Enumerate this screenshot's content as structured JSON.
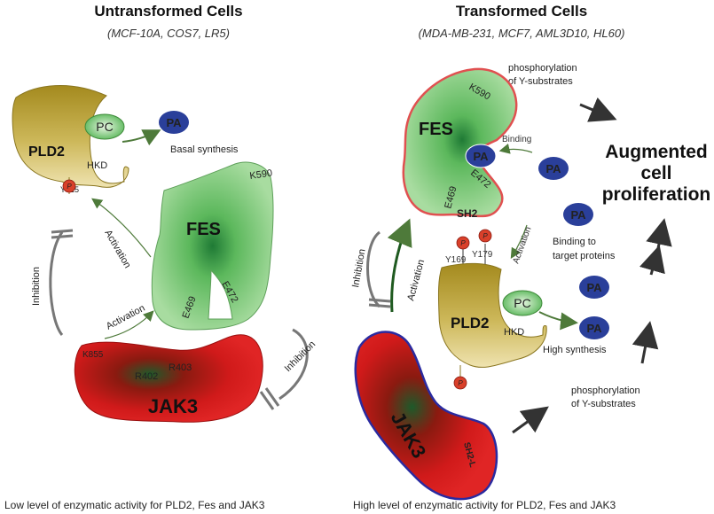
{
  "left": {
    "title": "Untransformed Cells",
    "subtitle": "(MCF-10A, COS7, LR5)",
    "pld2": "PLD2",
    "hkd": "HKD",
    "y415": "Y415",
    "p": "P",
    "pc": "PC",
    "pa": "PA",
    "basal": "Basal synthesis",
    "fes": "FES",
    "k590": "K590",
    "e469": "E469",
    "e472": "E472",
    "jak3": "JAK3",
    "k855": "K855",
    "r402": "R402",
    "r403": "R403",
    "activation_fes_pld2": "Activation",
    "activation_jak3_fes": "Activation",
    "inhibition_left": "Inhibition",
    "inhibition_right": "Inhibition",
    "footer": "Low level of enzymatic activity for PLD2, Fes and JAK3"
  },
  "right": {
    "title": "Transformed Cells",
    "subtitle": "(MDA-MB-231, MCF7, AML3D10, HL60)",
    "phospho_top": "phosphorylation\nof Y-substrates",
    "phospho_top_1": "phosphorylation",
    "phospho_top_2": "of Y-substrates",
    "fes": "FES",
    "k590": "K590",
    "pa": "PA",
    "binding": "Binding",
    "e469": "E469",
    "e472": "E472",
    "sh2": "SH2",
    "p": "P",
    "y169": "Y169",
    "y179": "Y179",
    "activation_main": "Activation",
    "activation_small": "Activation",
    "inhibition": "Inhibition",
    "binding_target_1": "Binding to",
    "binding_target_2": "target proteins",
    "pld2": "PLD2",
    "pc": "PC",
    "hkd": "HKD",
    "high_synthesis": "High synthesis",
    "jak3": "JAK3",
    "sh2l": "SH2-L",
    "phospho_bottom_1": "phosphorylation",
    "phospho_bottom_2": "of Y-substrates",
    "outcome_1": "Augmented",
    "outcome_2": "cell",
    "outcome_3": "proliferation",
    "footer": "High level of enzymatic activity for PLD2, Fes and JAK3"
  },
  "colors": {
    "pld2_gold": "#b8a12c",
    "fes_green": "#5cb85c",
    "jak3_red": "#d01a1a",
    "pa_blue": "#2a3f9a",
    "p_red": "#d9402a",
    "fes_border_transformed": "#e05050",
    "jak3_border_transformed": "#2a2aa0"
  }
}
